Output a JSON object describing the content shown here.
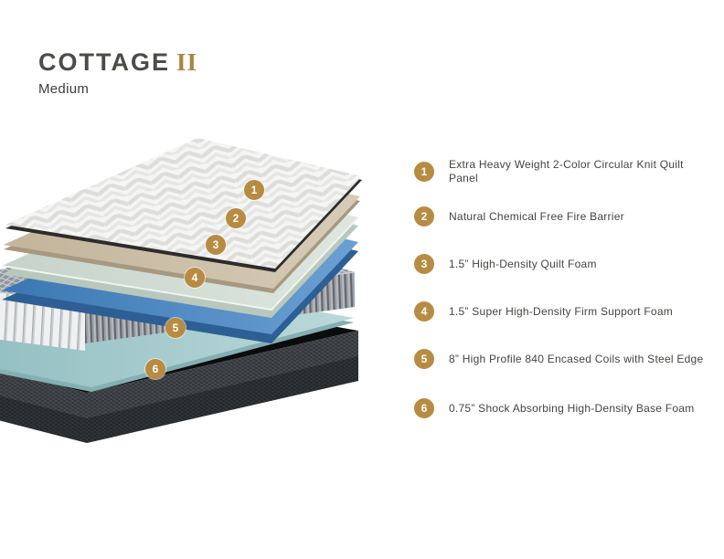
{
  "header": {
    "title": "COTTAGE",
    "title_suffix": "II",
    "subtitle": "Medium"
  },
  "steps": [
    {
      "num": "1",
      "label": "Extra Heavy Weight 2-Color Circular Knit Quilt Panel"
    },
    {
      "num": "2",
      "label": "Natural Chemical Free Fire Barrier"
    },
    {
      "num": "3",
      "label": "1.5” High-Density Quilt Foam"
    },
    {
      "num": "4",
      "label": "1.5” Super High-Density Firm Support Foam"
    },
    {
      "num": "5",
      "label": "8” High Profile 840 Encased Coils with Steel Edge"
    },
    {
      "num": "6",
      "label": "0.75” Shock Absorbing High-Density Base Foam"
    }
  ],
  "colors": {
    "accent_gold": "#b78b42",
    "title_gold": "#ab8440",
    "title_text": "#4b4b48",
    "body_text": "#454440",
    "layer_quilt": "#f5f5f4",
    "layer_fire_barrier": "#c8baa2",
    "layer_quilt_foam": "#cdd9d1",
    "layer_support_foam": "#3a77b2",
    "layer_coils": "#9aa0a6",
    "layer_base_foam": "#9ec5c8",
    "layer_foundation": "#3f4347"
  },
  "illustration": {
    "description": "exploded-view mattress layer diagram",
    "layers": [
      {
        "name": "quilt-panel"
      },
      {
        "name": "fire-barrier"
      },
      {
        "name": "quilt-foam"
      },
      {
        "name": "support-foam"
      },
      {
        "name": "encased-coils"
      },
      {
        "name": "base-foam"
      },
      {
        "name": "foundation"
      }
    ]
  }
}
